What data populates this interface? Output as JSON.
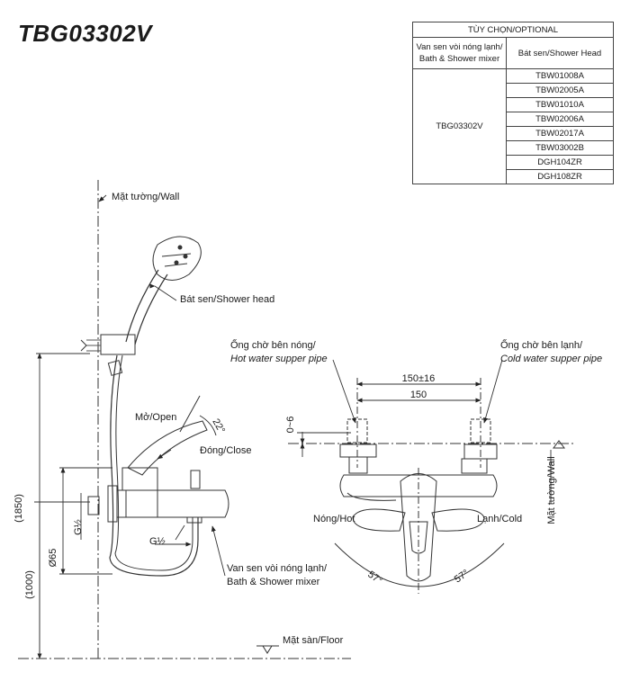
{
  "title": "TBG03302V",
  "options_table": {
    "header": "TÙY CHỌN/OPTIONAL",
    "col1_header_line1": "Van sen vòi nóng lạnh/",
    "col1_header_line2": "Bath & Shower mixer",
    "col2_header": "Bát sen/Shower Head",
    "model": "TBG03302V",
    "shower_heads": [
      "TBW01008A",
      "TBW02005A",
      "TBW01010A",
      "TBW02006A",
      "TBW02017A",
      "TBW03002B",
      "DGH104ZR",
      "DGH108ZR"
    ]
  },
  "labels": {
    "wall_left": "Mặt tường/Wall",
    "shower_head": "Bát sen/Shower head",
    "open": "Mở/Open",
    "close": "Đóng/Close",
    "angle_open": "22°",
    "g_half_vertical": "G½",
    "g_half_bottom": "G½",
    "dia65": "Ø65",
    "h1850": "(1850)",
    "h1000": "(1000)",
    "mixer_line1": "Van sen vòi nóng lạnh/",
    "mixer_line2": "Bath & Shower mixer",
    "floor": "Mặt sàn/Floor",
    "hot_pipe_line1": "Ống chờ bên nóng/",
    "hot_pipe_line2": "Hot water supper pipe",
    "cold_pipe_line1": "Ống chờ bên lạnh/",
    "cold_pipe_line2": "Cold water supper pipe",
    "dim_150_16": "150±16",
    "dim_150": "150",
    "dim_0_6": "0~6",
    "wall_right": "Mặt tường/Wall",
    "hot": "Nóng/Hot",
    "cold": "Lạnh/Cold",
    "angle_left": "57°",
    "angle_right": "57°"
  }
}
